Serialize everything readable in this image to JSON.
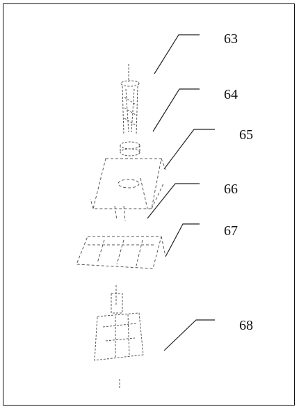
{
  "diagram": {
    "callouts": [
      {
        "id": "63",
        "text": "63"
      },
      {
        "id": "64",
        "text": "64"
      },
      {
        "id": "65",
        "text": "65"
      },
      {
        "id": "66",
        "text": "66"
      },
      {
        "id": "67",
        "text": "67"
      },
      {
        "id": "68",
        "text": "68"
      }
    ],
    "line_color": "#222222",
    "part_color": "#555555"
  }
}
